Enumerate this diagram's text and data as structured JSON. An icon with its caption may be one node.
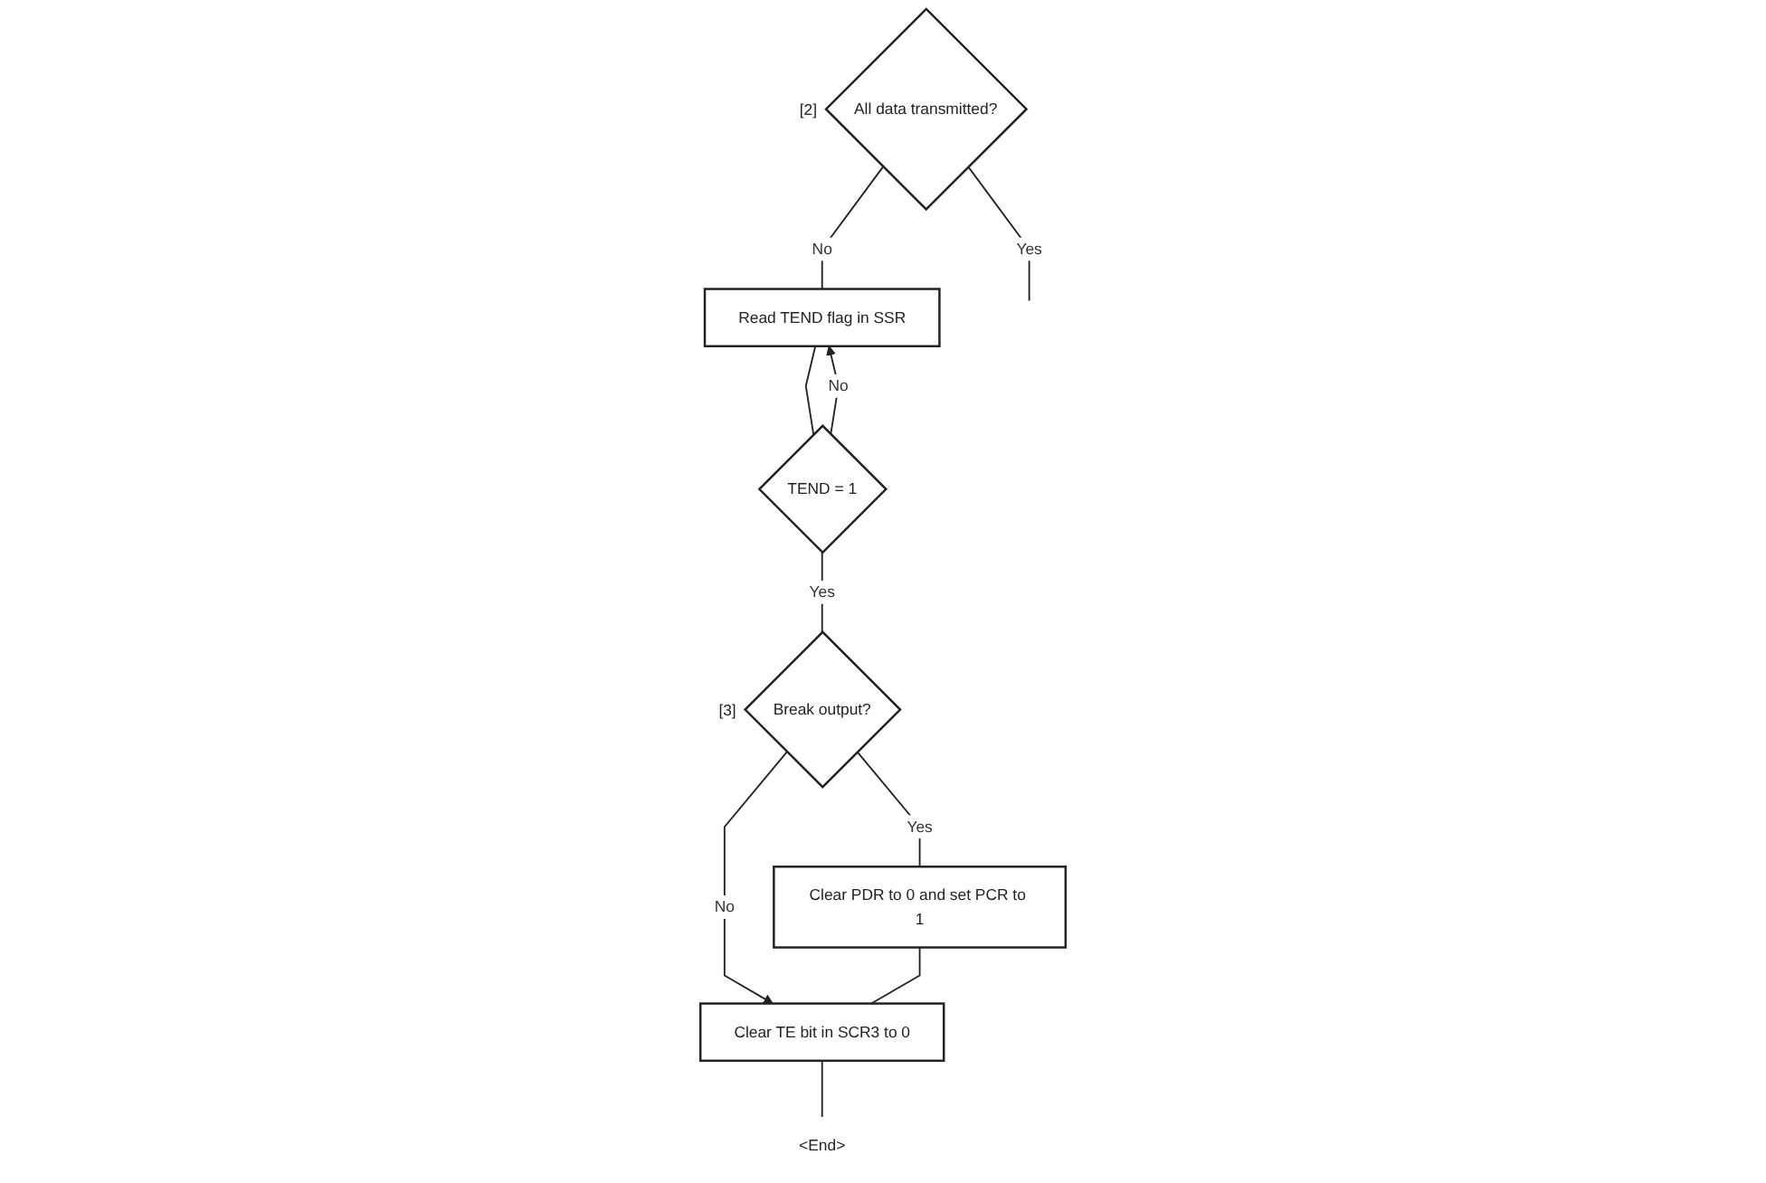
{
  "diagram": {
    "nodes": [
      {
        "text": [
          "All data transmitted?"
        ],
        "beside": [
          "[2]"
        ]
      },
      {
        "text": [
          "Read TEND flag in SSR"
        ]
      },
      {
        "text": [
          "TEND = 1"
        ]
      },
      {
        "text": [
          "Break output?"
        ],
        "beside": [
          "[3]"
        ]
      },
      {
        "text": [
          "Clear PDR to 0 and set PCR to 1"
        ]
      },
      {
        "text": [
          "Clear TE bit in SCR3 to 0"
        ]
      },
      {
        "text": [
          "<End>"
        ]
      }
    ],
    "edges": [
      {
        "from": 0,
        "to": null,
        "label": "Yes",
        "arrow": "none"
      },
      {
        "from": 0,
        "to": 1,
        "label": "No",
        "arrow": "none"
      },
      {
        "from": 2,
        "to": 1,
        "label": "No",
        "arrow": "to"
      },
      {
        "from": 1,
        "to": 2,
        "arrow": "none"
      },
      {
        "from": 2,
        "to": 3,
        "label": "Yes",
        "arrow": "none"
      },
      {
        "from": 3,
        "to": 4,
        "label": "Yes",
        "arrow": "none"
      },
      {
        "from": 3,
        "to": 5,
        "label": "No",
        "arrow": "to"
      },
      {
        "from": 4,
        "to": 5,
        "arrow": "none"
      },
      {
        "from": 5,
        "to": 6,
        "arrow": "none"
      }
    ]
  }
}
